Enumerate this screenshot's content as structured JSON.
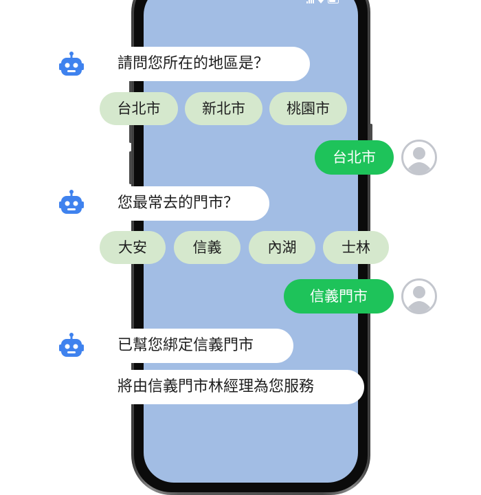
{
  "conversation": [
    {
      "bot_message": "請問您所在的地區是？",
      "options": [
        "台北市",
        "新北市",
        "桃園市"
      ],
      "user_reply": "台北市"
    },
    {
      "bot_message": "您最常去的門市？",
      "options": [
        "大安",
        "信義",
        "內湖",
        "士林"
      ],
      "user_reply": "信義門市"
    }
  ],
  "final_messages": [
    "已幫您綁定信義門市",
    "將由信義門市林經理為您服務"
  ],
  "icons": {
    "bot": "robot-icon",
    "user": "user-avatar-icon"
  },
  "colors": {
    "screen_background": "#a2bde4",
    "bot_bubble": "#ffffff",
    "option_chip": "#d5e8cd",
    "user_reply": "#1ec35a",
    "bot_icon": "#3f82ee",
    "avatar": "#c3c6cd"
  }
}
